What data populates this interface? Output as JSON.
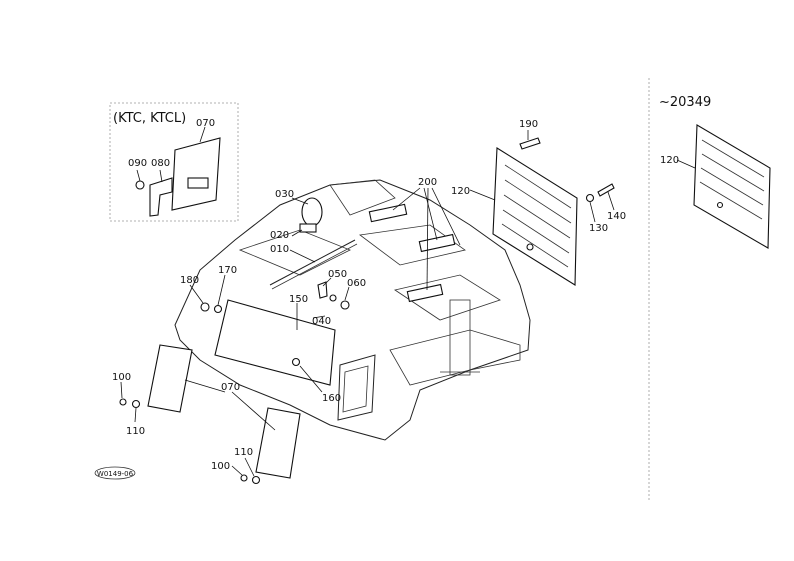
{
  "inset": {
    "title": "(KTC, KTCL)"
  },
  "serial_note": "~20349",
  "drawing_code": "W0149-06",
  "callouts": {
    "c010": "010",
    "c020": "020",
    "c030": "030",
    "c040": "040",
    "c050": "050",
    "c060": "060",
    "c070_inset": "070",
    "c070_main": "070",
    "c080": "080",
    "c090": "090",
    "c100_a": "100",
    "c100_b": "100",
    "c110_a": "110",
    "c110_b": "110",
    "c120_main": "120",
    "c120_alt": "120",
    "c130": "130",
    "c140": "140",
    "c150": "150",
    "c160": "160",
    "c170": "170",
    "c180": "180",
    "c190": "190",
    "c200": "200"
  }
}
